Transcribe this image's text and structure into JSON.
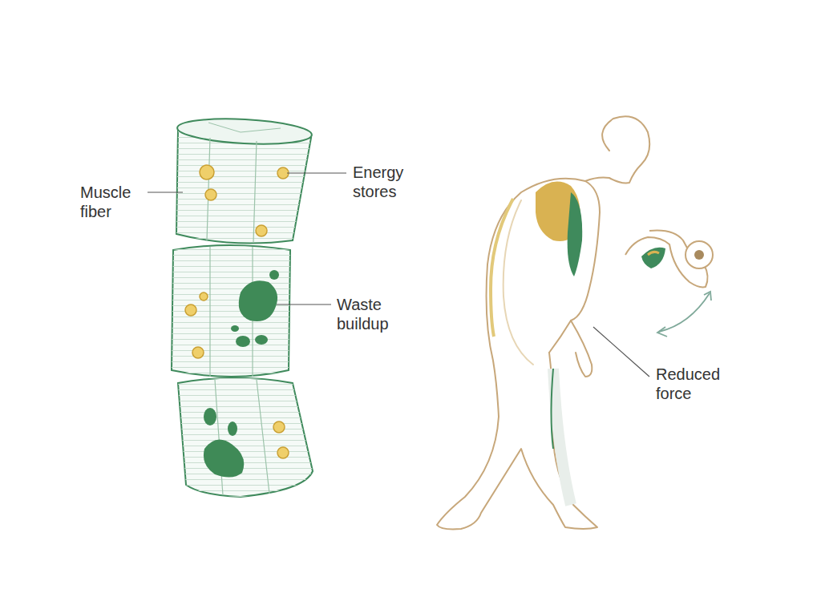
{
  "diagram": {
    "labels": [
      "Muscle fiber",
      "Energy stores",
      "Waste buildup",
      "Reduced force"
    ]
  }
}
